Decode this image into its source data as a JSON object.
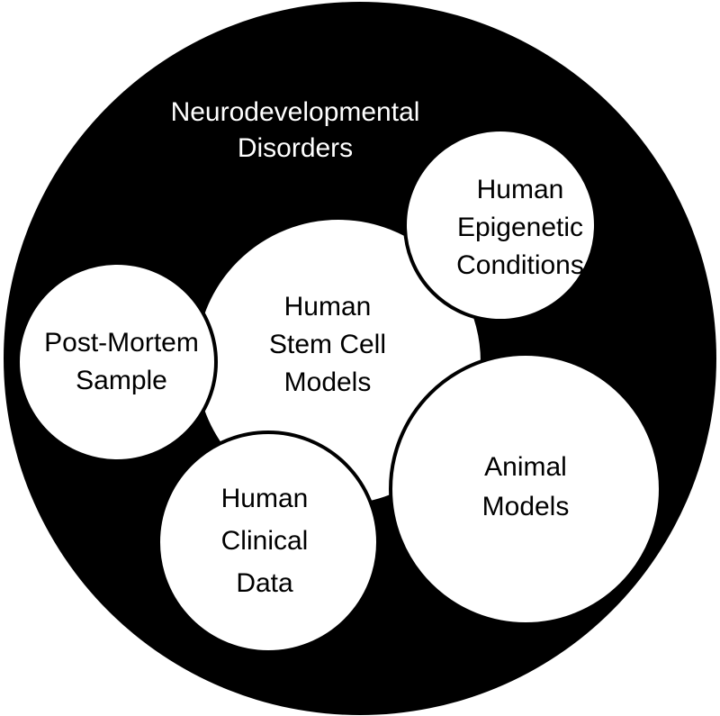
{
  "title": [
    "Neurodevelopmental",
    "Disorders"
  ],
  "circles": {
    "stem_cell": [
      "Human",
      "Stem Cell",
      "Models"
    ],
    "post_mortem": [
      "Post-Mortem",
      "Sample"
    ],
    "epigenetic": [
      "Human",
      "Epigenetic",
      "Conditions"
    ],
    "clinical": [
      "Human",
      "Clinical",
      "Data"
    ],
    "animal": [
      "Animal",
      "Models"
    ]
  },
  "colors": {
    "outer_fill": "#000000",
    "inner_fill": "#ffffff",
    "title_text": "#ffffff",
    "inner_text": "#000000"
  }
}
